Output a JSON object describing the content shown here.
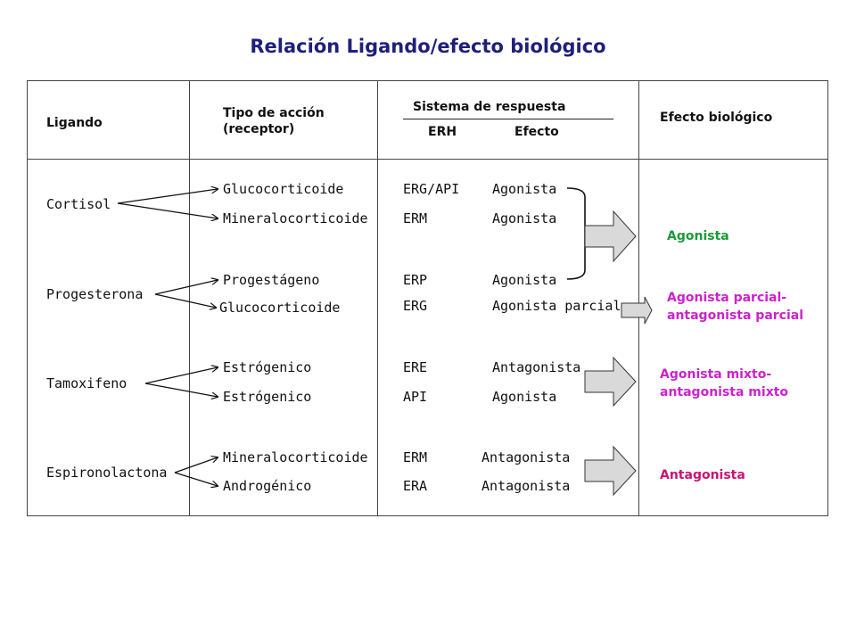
{
  "title": "Relación Ligando/efecto biológico",
  "headers": {
    "ligando": "Ligando",
    "tipo_line1": "Tipo de acción",
    "tipo_line2": "(receptor)",
    "sistema": "Sistema de respuesta",
    "erh": "ERH",
    "efecto": "Efecto",
    "efecto_biologico": "Efecto biológico"
  },
  "ligands": [
    "Cortisol",
    "Progesterona",
    "Tamoxifeno",
    "Espironolactona"
  ],
  "rows": [
    {
      "tipo": "Glucocorticoide",
      "erh": "ERG/API",
      "efecto": "Agonista"
    },
    {
      "tipo": "Mineralocorticoide",
      "erh": "ERM",
      "efecto": "Agonista"
    },
    {
      "tipo": "Progestágeno",
      "erh": "ERP",
      "efecto": "Agonista"
    },
    {
      "tipo": "Glucocorticoide",
      "erh": "ERG",
      "efecto": "Agonista parcial"
    },
    {
      "tipo": "Estrógenico",
      "erh": "ERE",
      "efecto": "Antagonista"
    },
    {
      "tipo": "Estrógenico",
      "erh": "API",
      "efecto": "Agonista"
    },
    {
      "tipo": "Mineralocorticoide",
      "erh": "ERM",
      "efecto": "Antagonista"
    },
    {
      "tipo": "Androgénico",
      "erh": "ERA",
      "efecto": "Antagonista"
    }
  ],
  "outcomes": {
    "agonista": "Agonista",
    "parcial_line1": "Agonista parcial-",
    "parcial_line2": "antagonista parcial",
    "mixto_line1": "Agonista mixto-",
    "mixto_line2": "antagonista mixto",
    "antagonista": "Antagonista"
  },
  "colors": {
    "title": "#1f1f7a",
    "agonista": "#1a9a3a",
    "parcial": "#cc22cc",
    "mixto": "#cc22cc",
    "antagonista": "#cc1177",
    "arrow_fill": "#d9d9d9"
  }
}
